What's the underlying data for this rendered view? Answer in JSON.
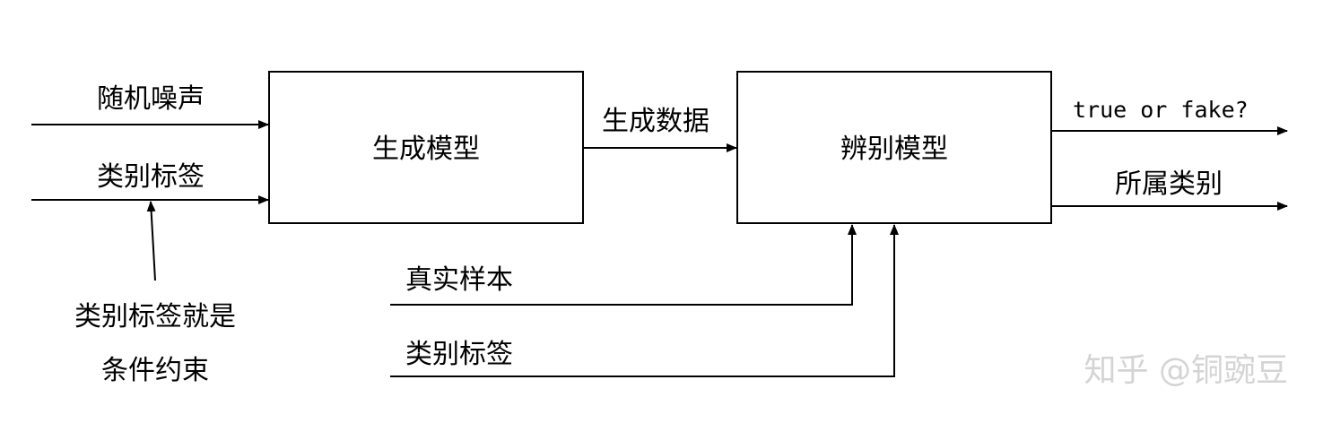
{
  "generator": {
    "label": "生成模型",
    "inputs": [
      "随机噪声",
      "类别标签"
    ]
  },
  "generated_data_label": "生成数据",
  "discriminator": {
    "label": "辨别模型",
    "inputs": [
      "真实样本",
      "类别标签"
    ],
    "outputs": [
      "true or fake?",
      "所属类别"
    ]
  },
  "annotation": {
    "line1": "类别标签就是",
    "line2": "条件约束"
  },
  "watermark": "知乎 @铜豌豆"
}
